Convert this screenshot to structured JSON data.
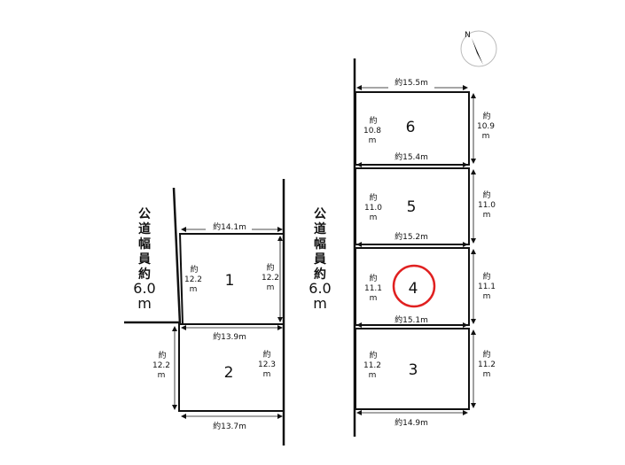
{
  "compass": {
    "north_label": "N",
    "icon": "compass-north-arrow-icon"
  },
  "road_left": {
    "chars": [
      "公",
      "道",
      "幅",
      "員",
      "約"
    ],
    "width": "6.0",
    "unit": "m"
  },
  "road_right": {
    "chars": [
      "公",
      "道",
      "幅",
      "員",
      "約"
    ],
    "width": "6.0",
    "unit": "m"
  },
  "lots": {
    "lot1": {
      "number": "1",
      "top": "約14.1m",
      "left": [
        "約",
        "12.2",
        "m"
      ],
      "right": [
        "約",
        "12.2",
        "m"
      ]
    },
    "lot2": {
      "number": "2",
      "top": "約13.9m",
      "bottom": "約13.7m",
      "left": [
        "約",
        "12.2",
        "m"
      ],
      "right": [
        "約",
        "12.3",
        "m"
      ]
    },
    "lot6": {
      "number": "6",
      "top": "約15.5m",
      "left": [
        "約",
        "10.8",
        "m"
      ],
      "right": [
        "約",
        "10.9",
        "m"
      ]
    },
    "lot5": {
      "number": "5",
      "top": "約15.4m",
      "left": [
        "約",
        "11.0",
        "m"
      ],
      "right": [
        "約",
        "11.0",
        "m"
      ]
    },
    "lot4": {
      "number": "4",
      "top": "約15.2m",
      "left": [
        "約",
        "11.1",
        "m"
      ],
      "right": [
        "約",
        "11.1",
        "m"
      ],
      "highlight_color": "#e02020"
    },
    "lot3": {
      "number": "3",
      "top": "約15.1m",
      "bottom": "約14.9m",
      "left": [
        "約",
        "11.2",
        "m"
      ],
      "right": [
        "約",
        "11.2",
        "m"
      ]
    }
  }
}
